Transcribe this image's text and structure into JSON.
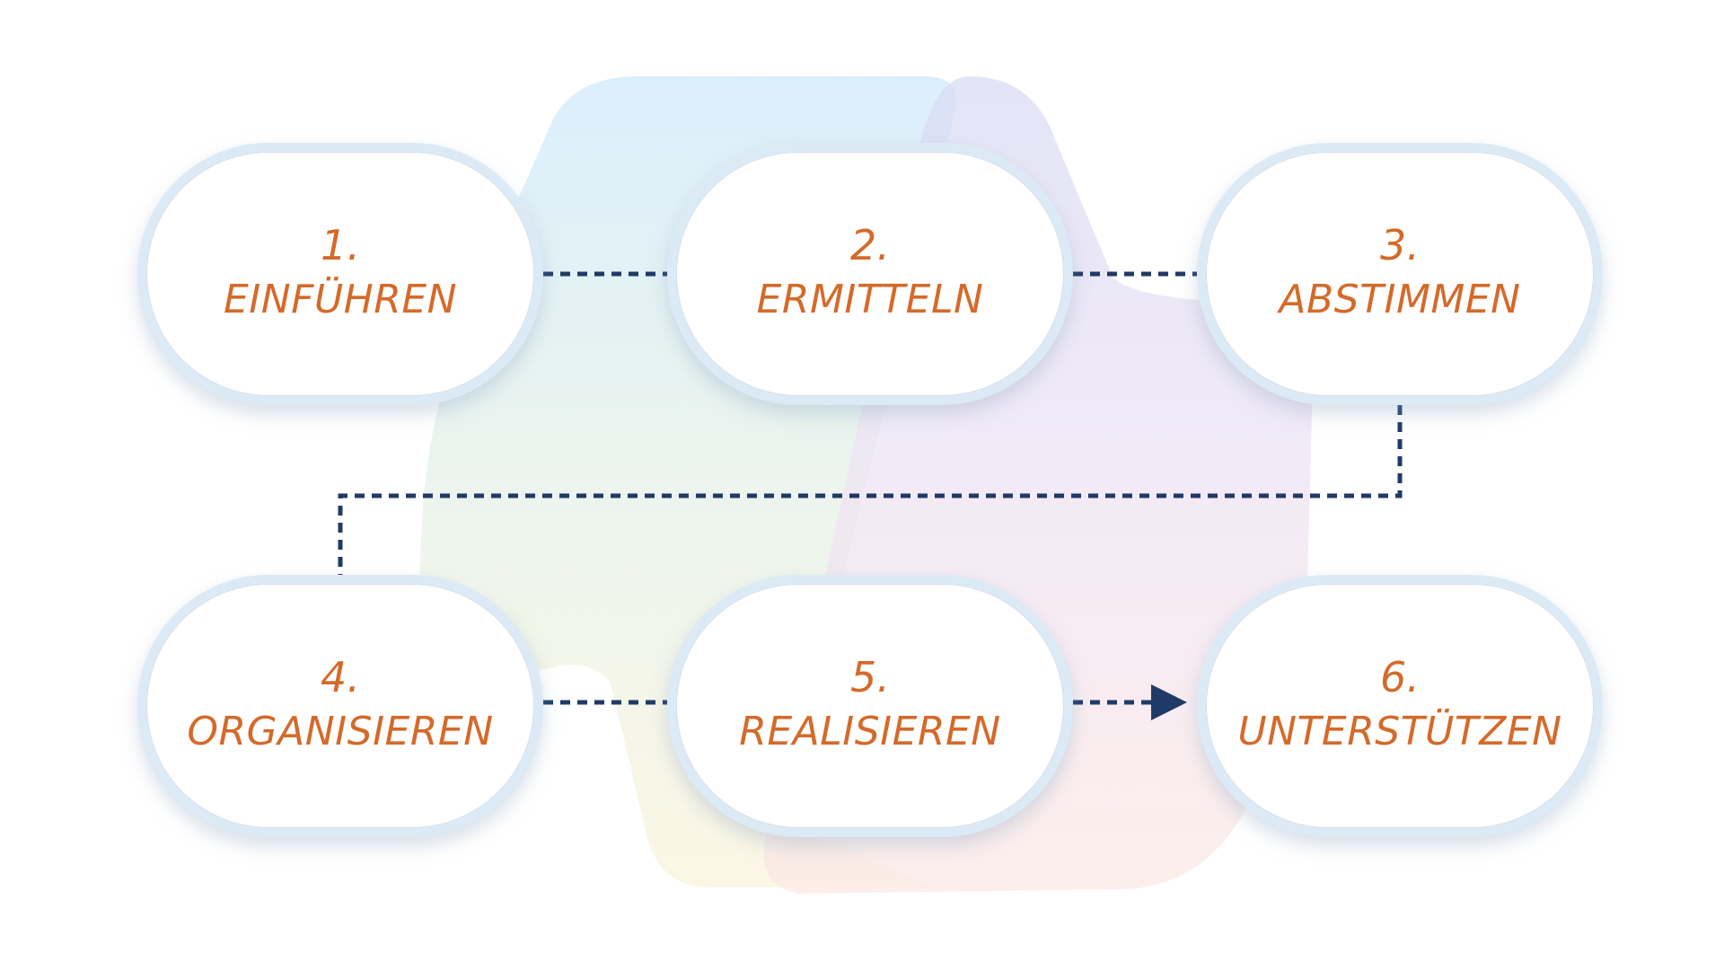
{
  "steps": [
    {
      "number": "1.",
      "label": "EINFÜHREN"
    },
    {
      "number": "2.",
      "label": "ERMITTELN"
    },
    {
      "number": "3.",
      "label": "ABSTIMMEN"
    },
    {
      "number": "4.",
      "label": "ORGANISIEREN"
    },
    {
      "number": "5.",
      "label": "REALISIEREN"
    },
    {
      "number": "6.",
      "label": "UNTERSTÜTZEN"
    }
  ],
  "colors": {
    "text": "#d46a2a",
    "connector": "#1f3a66",
    "node_border": "#d6e6f4"
  }
}
